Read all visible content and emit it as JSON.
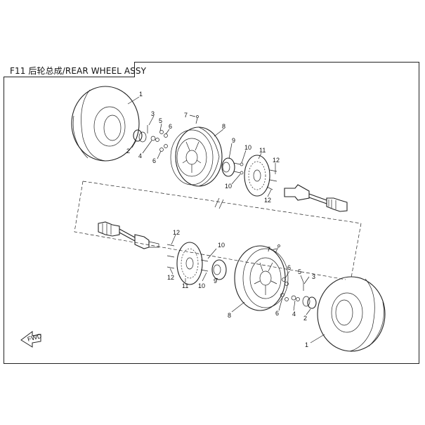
{
  "title": "F11 后轮总成/REAR WHEEL ASSY",
  "fwd_label": "FWD",
  "callouts_upper": [
    "1",
    "2",
    "3",
    "4",
    "5",
    "6",
    "6",
    "7",
    "8",
    "9",
    "10",
    "10",
    "11",
    "12",
    "12"
  ],
  "callouts_lower": [
    "1",
    "2",
    "3",
    "4",
    "5",
    "6",
    "6",
    "7",
    "8",
    "9",
    "10",
    "10",
    "11",
    "12",
    "12"
  ]
}
